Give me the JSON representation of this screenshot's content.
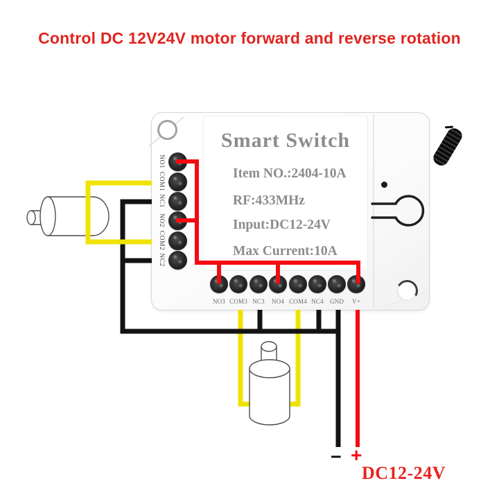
{
  "page": {
    "title": "Control DC 12V24V motor forward and reverse rotation"
  },
  "device": {
    "name": "Smart Switch",
    "specs": [
      "Item NO.:2404-10A",
      "RF:433MHz",
      "Input:DC12-24V",
      "Max Current:10A"
    ],
    "left_terminals": [
      "NO1",
      "COM1",
      "NC1",
      "NO2",
      "COM2",
      "NC2"
    ],
    "bottom_terminals": [
      "NO3",
      "COM3",
      "NC3",
      "NO4",
      "COM4",
      "NC4",
      "GND",
      "V+"
    ]
  },
  "power": {
    "negative": "−",
    "positive": "+",
    "label": "DC12-24V"
  },
  "connections": [
    {
      "color": "yellow",
      "terminals": [
        "COM1",
        "COM2"
      ],
      "to": "left-motor"
    },
    {
      "color": "yellow",
      "terminals": [
        "COM3",
        "COM4"
      ],
      "to": "bottom-motor"
    },
    {
      "color": "black",
      "terminals": [
        "NC1",
        "NC2",
        "NC3",
        "NC4",
        "GND"
      ],
      "to": "power-negative"
    },
    {
      "color": "red",
      "terminals": [
        "NO1",
        "NO2",
        "NO3",
        "NO4",
        "V+"
      ],
      "to": "power-positive"
    }
  ],
  "colors": {
    "title-red": "#e0241f",
    "wire-red": "#f30b12",
    "wire-yellow": "#efe306",
    "wire-black": "#131313",
    "device-text-gray": "#8c8c8c",
    "terminal-label-dark": "#454545",
    "terminal-label-gray": "#6b6b6b",
    "power-red": "#e8231e"
  }
}
